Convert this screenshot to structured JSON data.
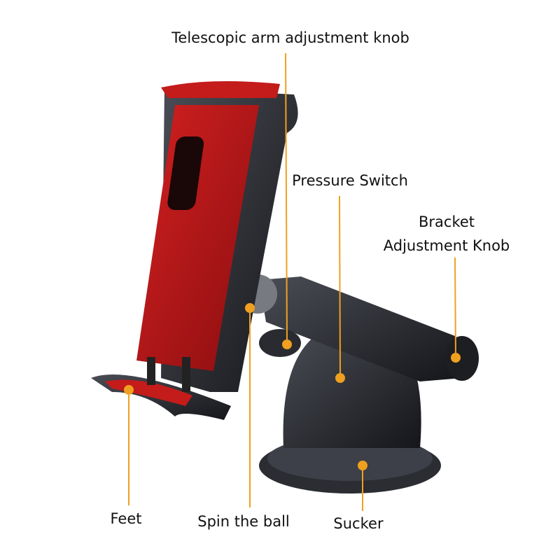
{
  "accent_color": "#f0a020",
  "callouts": {
    "telescopic": "Telescopic arm adjustment knob",
    "pressure": "Pressure Switch",
    "bracket_line1": "Bracket",
    "bracket_line2": "Adjustment Knob",
    "feet": "Feet",
    "spin": "Spin the ball",
    "sucker": "Sucker"
  }
}
